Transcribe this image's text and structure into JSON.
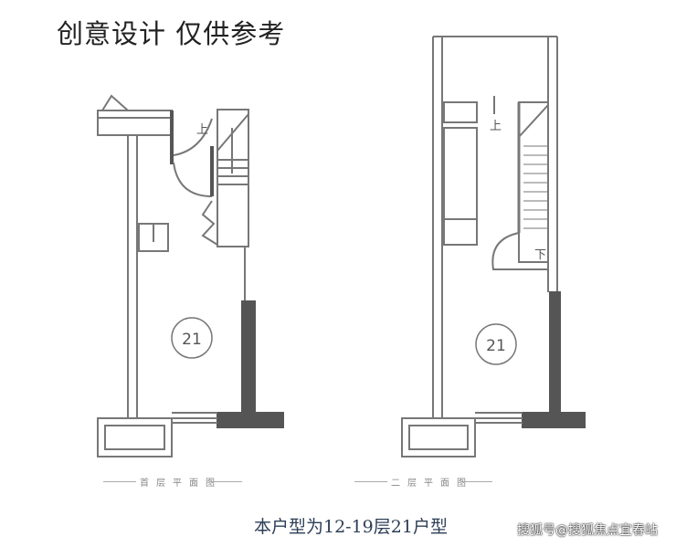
{
  "header": {
    "title": "创意设计 仅供参考"
  },
  "plans": [
    {
      "caption": "首层平面图",
      "unit_number": "21",
      "stair_up_label": "上"
    },
    {
      "caption": "二层平面图",
      "unit_number": "21",
      "stair_up_label": "上",
      "stair_down_label": "下"
    }
  ],
  "footer": {
    "subtitle": "本户型为12-19层21户型",
    "watermark": "搜狐号@搜狐焦点宜春站"
  },
  "colors": {
    "wall": "#777777",
    "solid_wall": "#555555",
    "subtitle": "#2c3e55"
  }
}
